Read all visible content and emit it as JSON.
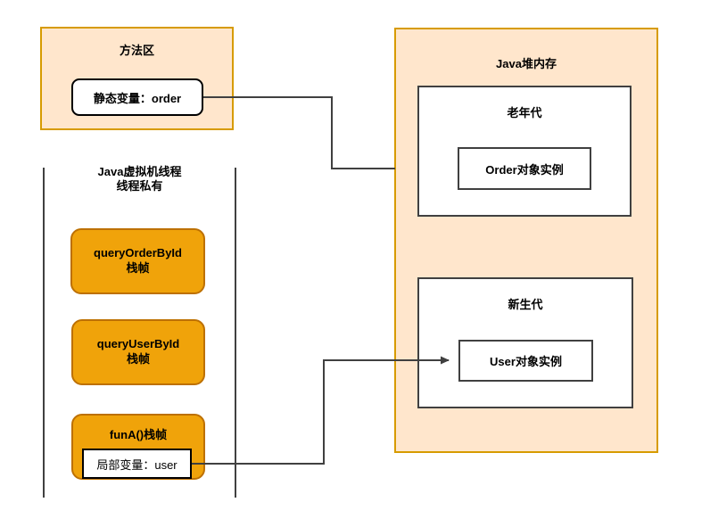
{
  "colors": {
    "container_fill": "#FFE6CC",
    "container_border": "#D79B00",
    "frame_fill": "#F0A30A",
    "frame_border": "#BD7000",
    "white_box_border": "#000000",
    "gen_box_border": "#404040",
    "connector": "#404040",
    "text": "#000000",
    "background": "#FFFFFF"
  },
  "method_area": {
    "title": "方法区",
    "static_var_label": "静态变量：order"
  },
  "heap": {
    "title": "Java堆内存",
    "old_gen": {
      "title": "老年代",
      "instance_label": "Order对象实例"
    },
    "new_gen": {
      "title": "新生代",
      "instance_label": "User对象实例"
    }
  },
  "thread_stack": {
    "title_line1": "Java虚拟机线程",
    "title_line2": "线程私有",
    "frames": [
      {
        "line1": "queryOrderById",
        "line2": "栈帧"
      },
      {
        "line1": "queryUserById",
        "line2": "栈帧"
      },
      {
        "line1": "funA()栈帧",
        "line2": ""
      }
    ],
    "local_var_label": "局部变量：user"
  },
  "connectors": [
    {
      "name": "static-var-to-heap",
      "arrow": false
    },
    {
      "name": "local-var-to-user-instance",
      "arrow": true
    }
  ]
}
